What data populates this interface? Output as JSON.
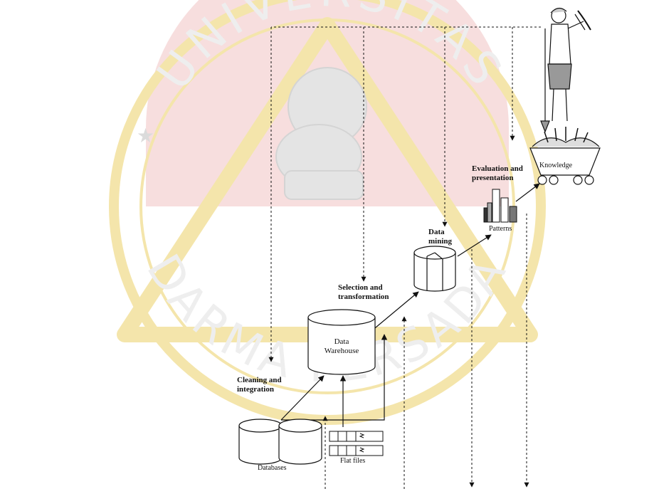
{
  "watermark": {
    "top_text": "UNIVERSITAS",
    "bottom_text": "DARMA PERSADA",
    "colors": {
      "red": "#e6a8a8",
      "yellow": "#f3e3a3",
      "gray": "#d6d6d6"
    }
  },
  "stages": {
    "cleaning": [
      "Cleaning and",
      "integration"
    ],
    "selection": [
      "Selection and",
      "transformation"
    ],
    "mining": [
      "Data",
      "mining"
    ],
    "evaluation": [
      "Evaluation and",
      "presentation"
    ]
  },
  "nodes": {
    "databases": "Databases",
    "flat_files": "Flat files",
    "warehouse": [
      "Data",
      "Warehouse"
    ],
    "patterns": "Patterns",
    "knowledge": "Knowledge"
  },
  "icons": [
    "miner-figure-icon",
    "knowledge-cart-icon",
    "patterns-bar-icon",
    "database-cylinder-icon",
    "flat-file-icon",
    "mining-cylinder-icon"
  ]
}
